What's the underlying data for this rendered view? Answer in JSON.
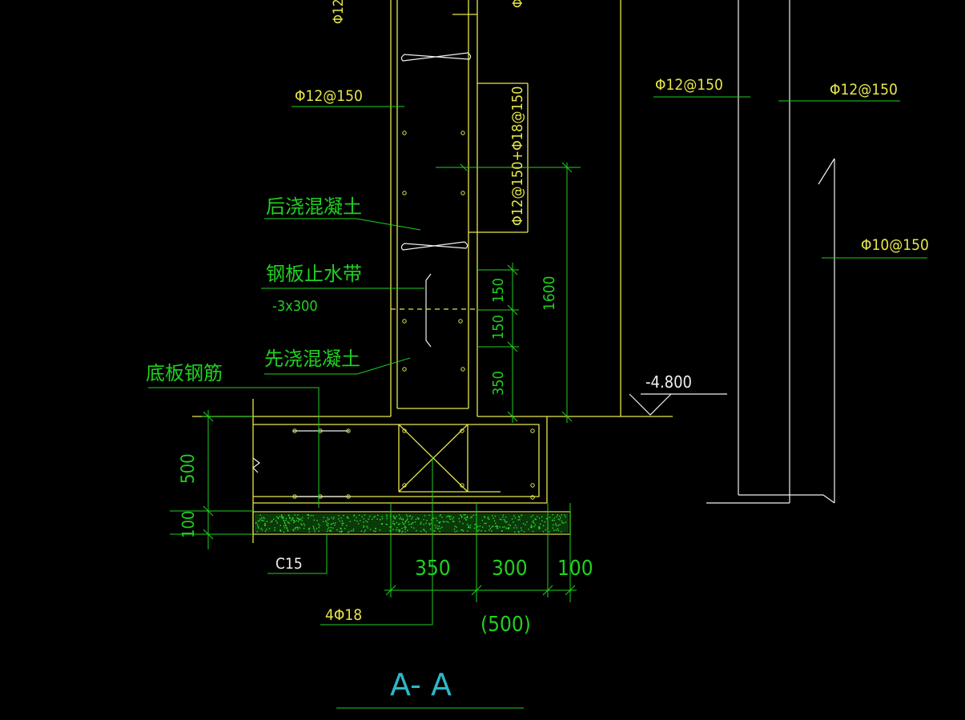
{
  "drawing": {
    "section_title": "A- A",
    "rebar_labels": {
      "wall_left": "Φ12@150",
      "wall_vertical": "Φ12@150+Φ18@150",
      "wall_vertical_dup": "Φ12@150",
      "column_left": "Φ12@150",
      "column_right": "Φ12@150",
      "column_side": "Φ10@150",
      "footing_bars": "4Φ18"
    },
    "notes": {
      "post_cast": "后浇混凝土",
      "waterstop": "钢板止水带",
      "waterstop_size": "-3x300",
      "pre_cast": "先浇混凝土",
      "slab_rebar": "底板钢筋",
      "blinding": "C15"
    },
    "dimensions": {
      "d150a": "150",
      "d150b": "150",
      "d350v": "350",
      "d1600": "1600",
      "d500": "500",
      "d100v": "100",
      "d350h": "350",
      "d300h": "300",
      "d100h": "100",
      "total": "(500)"
    },
    "elevation": "-4.800"
  }
}
